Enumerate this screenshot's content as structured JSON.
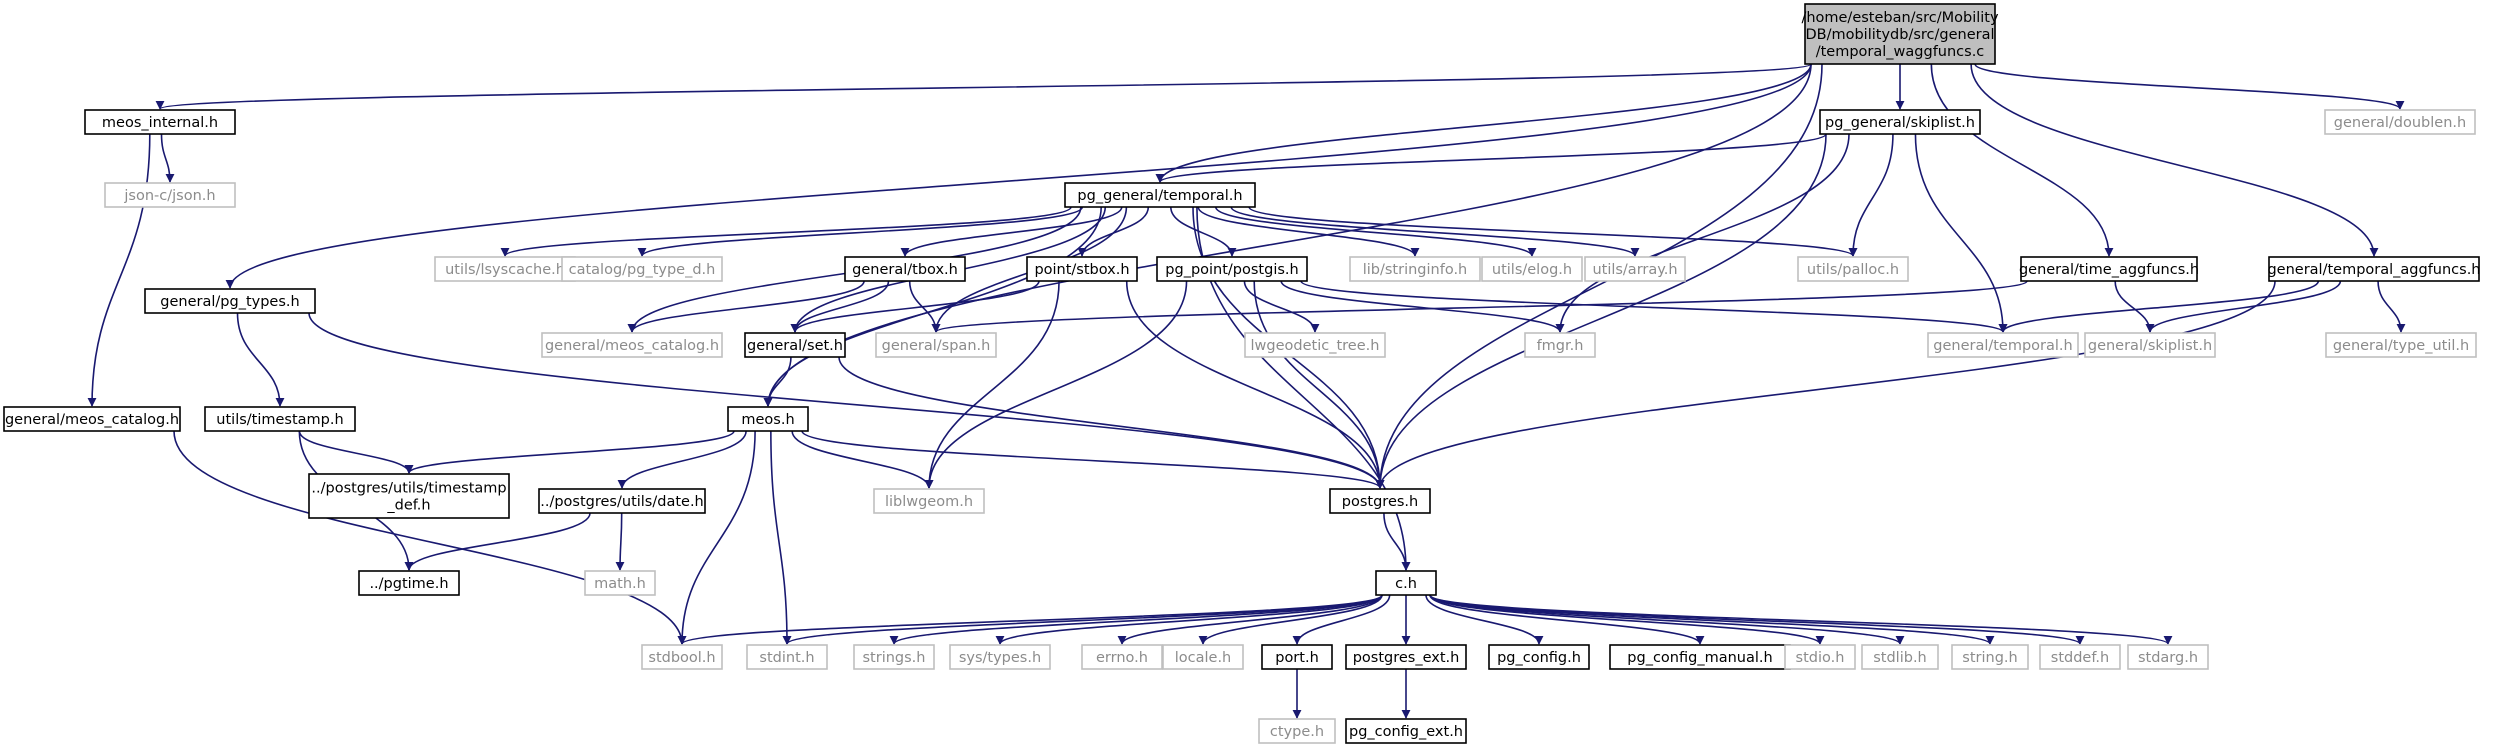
{
  "colors": {
    "edge": "#191970",
    "root_fill": "#bfbfbf",
    "local_border": "#000000",
    "system_border": "#bfbfbf",
    "system_text": "#8c8c8c"
  },
  "nodes": {
    "root": {
      "lines": [
        "/home/esteban/src/Mobility",
        "DB/mobilitydb/src/general",
        "/temporal_waggfuncs.c"
      ],
      "kind": "root"
    },
    "meos_internal": {
      "lines": [
        "meos_internal.h"
      ],
      "kind": "local"
    },
    "json": {
      "lines": [
        "json-c/json.h"
      ],
      "kind": "sys"
    },
    "pg_types": {
      "lines": [
        "general/pg_types.h"
      ],
      "kind": "local"
    },
    "meos_catalog_left": {
      "lines": [
        "general/meos_catalog.h"
      ],
      "kind": "local"
    },
    "timestamp": {
      "lines": [
        "utils/timestamp.h"
      ],
      "kind": "local"
    },
    "timestamp_def": {
      "lines": [
        "../postgres/utils/timestamp",
        "_def.h"
      ],
      "kind": "local"
    },
    "pgtime": {
      "lines": [
        "../pgtime.h"
      ],
      "kind": "local"
    },
    "pg_temporal": {
      "lines": [
        "pg_general/temporal.h"
      ],
      "kind": "local"
    },
    "lsyscache": {
      "lines": [
        "utils/lsyscache.h"
      ],
      "kind": "sys"
    },
    "pg_type_d": {
      "lines": [
        "catalog/pg_type_d.h"
      ],
      "kind": "sys"
    },
    "tbox": {
      "lines": [
        "general/tbox.h"
      ],
      "kind": "local"
    },
    "meos_catalog_mid": {
      "lines": [
        "general/meos_catalog.h"
      ],
      "kind": "sys"
    },
    "set": {
      "lines": [
        "general/set.h"
      ],
      "kind": "local"
    },
    "span": {
      "lines": [
        "general/span.h"
      ],
      "kind": "sys"
    },
    "stbox": {
      "lines": [
        "point/stbox.h"
      ],
      "kind": "local"
    },
    "postgis": {
      "lines": [
        "pg_point/postgis.h"
      ],
      "kind": "local"
    },
    "lwgeodetic": {
      "lines": [
        "lwgeodetic_tree.h"
      ],
      "kind": "sys"
    },
    "stringinfo": {
      "lines": [
        "lib/stringinfo.h"
      ],
      "kind": "sys"
    },
    "elog": {
      "lines": [
        "utils/elog.h"
      ],
      "kind": "sys"
    },
    "array": {
      "lines": [
        "utils/array.h"
      ],
      "kind": "sys"
    },
    "palloc": {
      "lines": [
        "utils/palloc.h"
      ],
      "kind": "sys"
    },
    "fmgr": {
      "lines": [
        "fmgr.h"
      ],
      "kind": "sys"
    },
    "meos": {
      "lines": [
        "meos.h"
      ],
      "kind": "local"
    },
    "liblwgeom": {
      "lines": [
        "liblwgeom.h"
      ],
      "kind": "sys"
    },
    "date": {
      "lines": [
        "../postgres/utils/date.h"
      ],
      "kind": "local"
    },
    "math": {
      "lines": [
        "math.h"
      ],
      "kind": "sys"
    },
    "postgres": {
      "lines": [
        "postgres.h"
      ],
      "kind": "local"
    },
    "skiplist_pg": {
      "lines": [
        "pg_general/skiplist.h"
      ],
      "kind": "local"
    },
    "time_aggfuncs": {
      "lines": [
        "general/time_aggfuncs.h"
      ],
      "kind": "local"
    },
    "temporal_aggfuncs": {
      "lines": [
        "general/temporal_aggfuncs.h"
      ],
      "kind": "local"
    },
    "doublen": {
      "lines": [
        "general/doublen.h"
      ],
      "kind": "sys"
    },
    "gen_temporal": {
      "lines": [
        "general/temporal.h"
      ],
      "kind": "sys"
    },
    "gen_skiplist": {
      "lines": [
        "general/skiplist.h"
      ],
      "kind": "sys"
    },
    "type_util": {
      "lines": [
        "general/type_util.h"
      ],
      "kind": "sys"
    },
    "c": {
      "lines": [
        "c.h"
      ],
      "kind": "local"
    },
    "stdbool": {
      "lines": [
        "stdbool.h"
      ],
      "kind": "sys"
    },
    "stdint": {
      "lines": [
        "stdint.h"
      ],
      "kind": "sys"
    },
    "strings": {
      "lines": [
        "strings.h"
      ],
      "kind": "sys"
    },
    "systypes": {
      "lines": [
        "sys/types.h"
      ],
      "kind": "sys"
    },
    "errno": {
      "lines": [
        "errno.h"
      ],
      "kind": "sys"
    },
    "locale": {
      "lines": [
        "locale.h"
      ],
      "kind": "sys"
    },
    "port": {
      "lines": [
        "port.h"
      ],
      "kind": "local"
    },
    "postgres_ext": {
      "lines": [
        "postgres_ext.h"
      ],
      "kind": "local"
    },
    "pg_config": {
      "lines": [
        "pg_config.h"
      ],
      "kind": "local"
    },
    "pg_config_manual": {
      "lines": [
        "pg_config_manual.h"
      ],
      "kind": "local"
    },
    "stdio": {
      "lines": [
        "stdio.h"
      ],
      "kind": "sys"
    },
    "stdlib": {
      "lines": [
        "stdlib.h"
      ],
      "kind": "sys"
    },
    "string": {
      "lines": [
        "string.h"
      ],
      "kind": "sys"
    },
    "stddef": {
      "lines": [
        "stddef.h"
      ],
      "kind": "sys"
    },
    "stdarg": {
      "lines": [
        "stdarg.h"
      ],
      "kind": "sys"
    },
    "ctype": {
      "lines": [
        "ctype.h"
      ],
      "kind": "sys"
    },
    "pg_config_ext": {
      "lines": [
        "pg_config_ext.h"
      ],
      "kind": "local"
    }
  },
  "edges": [
    [
      "root",
      "meos_internal"
    ],
    [
      "root",
      "pg_types"
    ],
    [
      "root",
      "meos"
    ],
    [
      "root",
      "pg_temporal"
    ],
    [
      "root",
      "skiplist_pg"
    ],
    [
      "root",
      "time_aggfuncs"
    ],
    [
      "root",
      "temporal_aggfuncs"
    ],
    [
      "root",
      "doublen"
    ],
    [
      "root",
      "postgres"
    ],
    [
      "meos_internal",
      "json"
    ],
    [
      "meos_internal",
      "meos_catalog_left"
    ],
    [
      "pg_types",
      "timestamp"
    ],
    [
      "pg_types",
      "postgres"
    ],
    [
      "meos_catalog_left",
      "stdbool"
    ],
    [
      "timestamp",
      "timestamp_def"
    ],
    [
      "timestamp",
      "pgtime"
    ],
    [
      "pg_temporal",
      "lsyscache"
    ],
    [
      "pg_temporal",
      "pg_type_d"
    ],
    [
      "pg_temporal",
      "tbox"
    ],
    [
      "pg_temporal",
      "meos_catalog_mid"
    ],
    [
      "pg_temporal",
      "set"
    ],
    [
      "pg_temporal",
      "span"
    ],
    [
      "pg_temporal",
      "stbox"
    ],
    [
      "pg_temporal",
      "postgis"
    ],
    [
      "pg_temporal",
      "stringinfo"
    ],
    [
      "pg_temporal",
      "elog"
    ],
    [
      "pg_temporal",
      "array"
    ],
    [
      "pg_temporal",
      "palloc"
    ],
    [
      "pg_temporal",
      "c"
    ],
    [
      "pg_temporal",
      "postgres"
    ],
    [
      "pg_temporal",
      "meos"
    ],
    [
      "tbox",
      "meos_catalog_mid"
    ],
    [
      "tbox",
      "set"
    ],
    [
      "tbox",
      "span"
    ],
    [
      "stbox",
      "set"
    ],
    [
      "stbox",
      "liblwgeom"
    ],
    [
      "stbox",
      "postgres"
    ],
    [
      "postgis",
      "lwgeodetic"
    ],
    [
      "postgis",
      "liblwgeom"
    ],
    [
      "postgis",
      "fmgr"
    ],
    [
      "postgis",
      "gen_temporal"
    ],
    [
      "postgis",
      "postgres"
    ],
    [
      "set",
      "meos"
    ],
    [
      "set",
      "postgres"
    ],
    [
      "meos",
      "timestamp_def"
    ],
    [
      "meos",
      "date"
    ],
    [
      "meos",
      "liblwgeom"
    ],
    [
      "meos",
      "postgres"
    ],
    [
      "meos",
      "stdbool"
    ],
    [
      "meos",
      "stdint"
    ],
    [
      "date",
      "pgtime"
    ],
    [
      "date",
      "math"
    ],
    [
      "skiplist_pg",
      "pg_temporal"
    ],
    [
      "skiplist_pg",
      "palloc"
    ],
    [
      "skiplist_pg",
      "fmgr"
    ],
    [
      "skiplist_pg",
      "gen_temporal"
    ],
    [
      "skiplist_pg",
      "postgres"
    ],
    [
      "time_aggfuncs",
      "span"
    ],
    [
      "time_aggfuncs",
      "gen_skiplist"
    ],
    [
      "temporal_aggfuncs",
      "gen_temporal"
    ],
    [
      "temporal_aggfuncs",
      "gen_skiplist"
    ],
    [
      "temporal_aggfuncs",
      "type_util"
    ],
    [
      "temporal_aggfuncs",
      "postgres"
    ],
    [
      "postgres",
      "c"
    ],
    [
      "c",
      "stdbool"
    ],
    [
      "c",
      "stdint"
    ],
    [
      "c",
      "strings"
    ],
    [
      "c",
      "systypes"
    ],
    [
      "c",
      "errno"
    ],
    [
      "c",
      "locale"
    ],
    [
      "c",
      "port"
    ],
    [
      "c",
      "postgres_ext"
    ],
    [
      "c",
      "pg_config"
    ],
    [
      "c",
      "pg_config_manual"
    ],
    [
      "c",
      "stdio"
    ],
    [
      "c",
      "stdlib"
    ],
    [
      "c",
      "string"
    ],
    [
      "c",
      "stddef"
    ],
    [
      "c",
      "stdarg"
    ],
    [
      "port",
      "ctype"
    ],
    [
      "postgres_ext",
      "pg_config_ext"
    ]
  ]
}
